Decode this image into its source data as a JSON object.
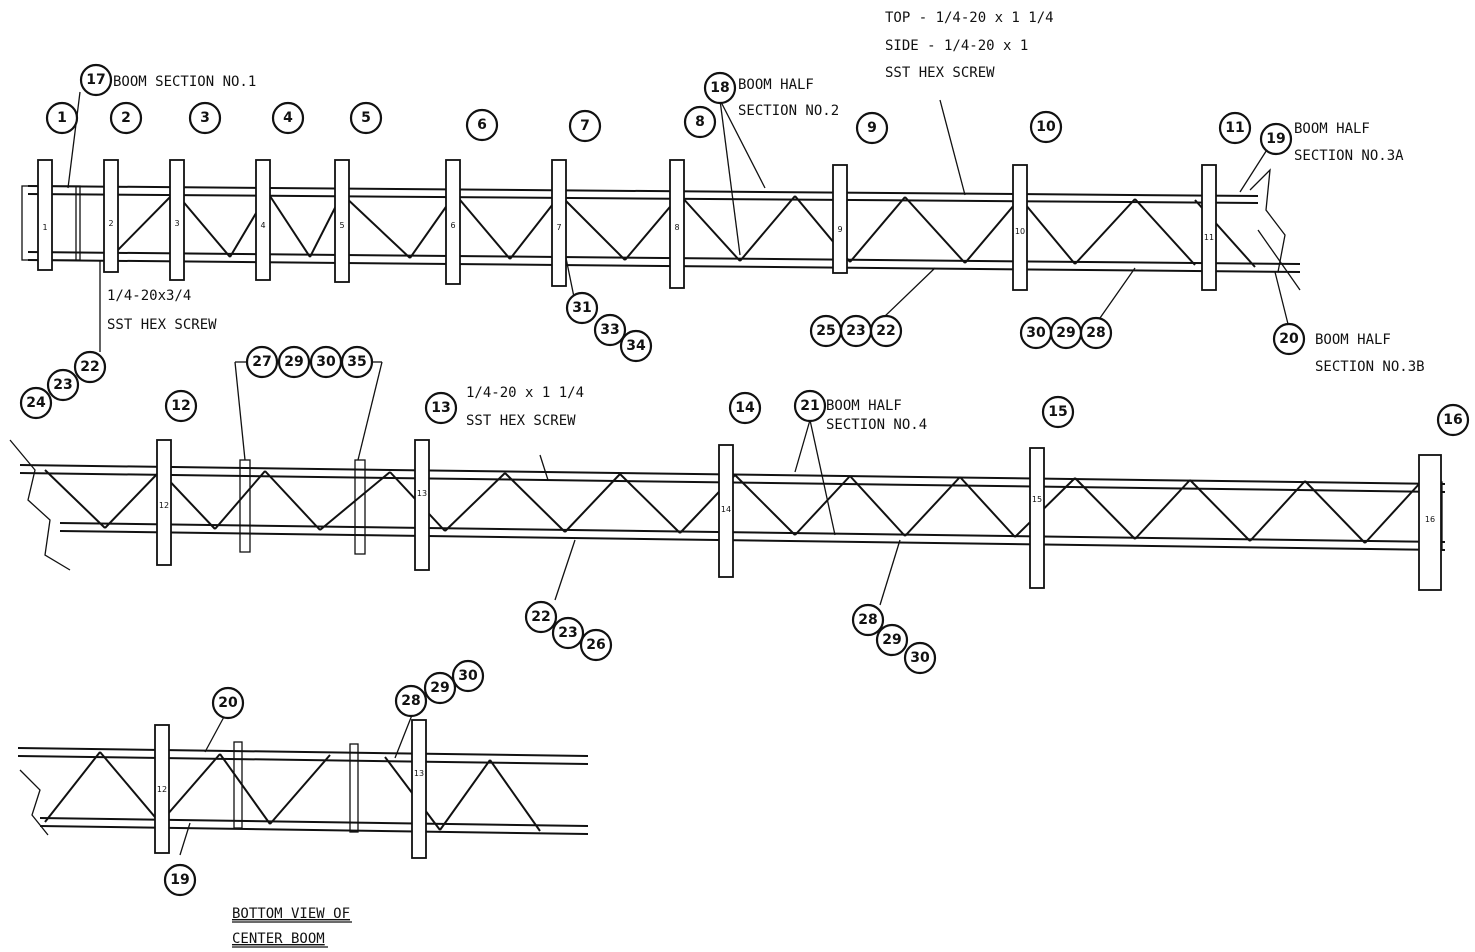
{
  "callouts": {
    "boom1": "BOOM SECTION NO.1",
    "boom2_a": "BOOM HALF",
    "boom2_b": "SECTION NO.2",
    "boom3a_a": "BOOM HALF",
    "boom3a_b": "SECTION NO.3A",
    "boom3b_a": "BOOM HALF",
    "boom3b_b": "SECTION NO.3B",
    "boom4_a": "BOOM HALF",
    "boom4_b": "SECTION NO.4",
    "top_screw": "TOP - 1/4-20 x 1 1/4",
    "side_screw": "SIDE - 1/4-20 x 1",
    "sst_hex": "SST HEX SCREW",
    "screw_34": "1/4-20x3/4",
    "screw_34_b": "SST HEX SCREW",
    "screw_114": "1/4-20 x 1 1/4",
    "screw_114_b": "SST HEX SCREW",
    "bottom_view_a": "BOTTOM VIEW OF",
    "bottom_view_b": "CENTER BOOM"
  },
  "bubbles": {
    "b1": "1",
    "b2": "2",
    "b3": "3",
    "b4": "4",
    "b5": "5",
    "b6": "6",
    "b7": "7",
    "b8": "8",
    "b9": "9",
    "b10": "10",
    "b11": "11",
    "b12": "12",
    "b13": "13",
    "b14": "14",
    "b15": "15",
    "b16": "16",
    "b17": "17",
    "b18": "18",
    "b19": "19",
    "b20": "20",
    "b21": "21",
    "b22": "22",
    "b23": "23",
    "b24": "24",
    "b25": "25",
    "b26": "26",
    "b27": "27",
    "b28": "28",
    "b29": "29",
    "b30": "30",
    "b31": "31",
    "b33": "33",
    "b34": "34",
    "b35": "35"
  },
  "frame_numbers": {
    "f1": "1",
    "f2": "2",
    "f3": "3",
    "f4": "4",
    "f5": "5",
    "f6": "6",
    "f7": "7",
    "f8": "8",
    "f9": "9",
    "f10": "10",
    "f11": "11",
    "f12": "12",
    "f13": "13",
    "f14": "14",
    "f15": "15",
    "f16": "16"
  }
}
